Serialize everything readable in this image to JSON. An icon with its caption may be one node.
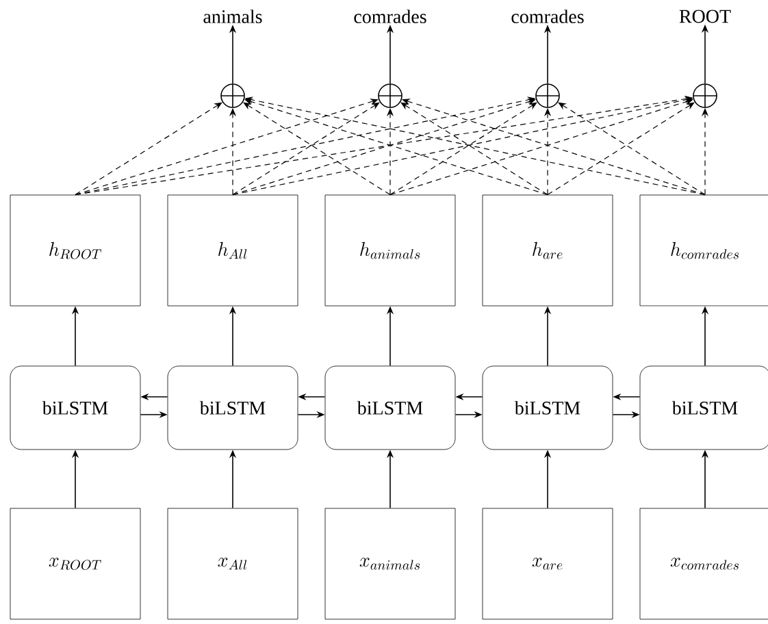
{
  "diagram": {
    "nodes": [
      {
        "text": [
          "animals"
        ]
      },
      {
        "text": [
          "comrades"
        ]
      },
      {
        "text": [
          "comrades"
        ]
      },
      {
        "text": [
          "ROOT"
        ]
      },
      {
        "text": [],
        "shape": "circle"
      },
      {
        "text": [],
        "shape": "circle"
      },
      {
        "text": [],
        "shape": "circle"
      },
      {
        "text": [],
        "shape": "circle"
      },
      {
        "text": [
          "h_{ROOT}"
        ]
      },
      {
        "text": [
          "h_{All}"
        ]
      },
      {
        "text": [
          "h_{animals}"
        ]
      },
      {
        "text": [
          "h_{are}"
        ]
      },
      {
        "text": [
          "h_{comrades}"
        ]
      },
      {
        "text": [
          "biLSTM"
        ]
      },
      {
        "text": [
          "biLSTM"
        ]
      },
      {
        "text": [
          "biLSTM"
        ]
      },
      {
        "text": [
          "biLSTM"
        ]
      },
      {
        "text": [
          "biLSTM"
        ]
      },
      {
        "text": [
          "x_{ROOT}"
        ]
      },
      {
        "text": [
          "x_{All}"
        ]
      },
      {
        "text": [
          "x_{animals}"
        ]
      },
      {
        "text": [
          "x_{are}"
        ]
      },
      {
        "text": [
          "x_{comrades}"
        ]
      }
    ],
    "edges": [
      {
        "from": 18,
        "to": 13,
        "arrow": "to"
      },
      {
        "from": 19,
        "to": 14,
        "arrow": "to"
      },
      {
        "from": 20,
        "to": 15,
        "arrow": "to"
      },
      {
        "from": 21,
        "to": 16,
        "arrow": "to"
      },
      {
        "from": 22,
        "to": 17,
        "arrow": "to"
      },
      {
        "from": 13,
        "to": 8,
        "arrow": "to"
      },
      {
        "from": 14,
        "to": 9,
        "arrow": "to"
      },
      {
        "from": 15,
        "to": 10,
        "arrow": "to"
      },
      {
        "from": 16,
        "to": 11,
        "arrow": "to"
      },
      {
        "from": 17,
        "to": 12,
        "arrow": "to"
      },
      {
        "from": 13,
        "to": 14,
        "arrow": "to"
      },
      {
        "from": 14,
        "to": 15,
        "arrow": "to"
      },
      {
        "from": 15,
        "to": 16,
        "arrow": "to"
      },
      {
        "from": 16,
        "to": 17,
        "arrow": "to"
      },
      {
        "from": 14,
        "to": 13,
        "arrow": "to"
      },
      {
        "from": 15,
        "to": 14,
        "arrow": "to"
      },
      {
        "from": 16,
        "to": 15,
        "arrow": "to"
      },
      {
        "from": 17,
        "to": 16,
        "arrow": "to"
      },
      {
        "from": 8,
        "to": 4,
        "arrow": "to",
        "style": "dashed"
      },
      {
        "from": 8,
        "to": 5,
        "arrow": "to",
        "style": "dashed"
      },
      {
        "from": 8,
        "to": 6,
        "arrow": "to",
        "style": "dashed"
      },
      {
        "from": 8,
        "to": 7,
        "arrow": "to",
        "style": "dashed"
      },
      {
        "from": 9,
        "to": 4,
        "arrow": "to",
        "style": "dashed"
      },
      {
        "from": 9,
        "to": 5,
        "arrow": "to",
        "style": "dashed"
      },
      {
        "from": 9,
        "to": 6,
        "arrow": "to",
        "style": "dashed"
      },
      {
        "from": 9,
        "to": 7,
        "arrow": "to",
        "style": "dashed"
      },
      {
        "from": 10,
        "to": 4,
        "arrow": "to",
        "style": "dashed"
      },
      {
        "from": 10,
        "to": 5,
        "arrow": "to",
        "style": "dashed"
      },
      {
        "from": 10,
        "to": 6,
        "arrow": "to",
        "style": "dashed"
      },
      {
        "from": 10,
        "to": 7,
        "arrow": "to",
        "style": "dashed"
      },
      {
        "from": 11,
        "to": 4,
        "arrow": "to",
        "style": "dashed"
      },
      {
        "from": 11,
        "to": 5,
        "arrow": "to",
        "style": "dashed"
      },
      {
        "from": 11,
        "to": 6,
        "arrow": "to",
        "style": "dashed"
      },
      {
        "from": 11,
        "to": 7,
        "arrow": "to",
        "style": "dashed"
      },
      {
        "from": 12,
        "to": 4,
        "arrow": "to",
        "style": "dashed"
      },
      {
        "from": 12,
        "to": 5,
        "arrow": "to",
        "style": "dashed"
      },
      {
        "from": 12,
        "to": 6,
        "arrow": "to",
        "style": "dashed"
      },
      {
        "from": 12,
        "to": 7,
        "arrow": "to",
        "style": "dashed"
      },
      {
        "from": 4,
        "to": 0,
        "arrow": "to"
      },
      {
        "from": 5,
        "to": 1,
        "arrow": "to"
      },
      {
        "from": 6,
        "to": 2,
        "arrow": "to"
      },
      {
        "from": 7,
        "to": 3,
        "arrow": "to"
      }
    ]
  }
}
